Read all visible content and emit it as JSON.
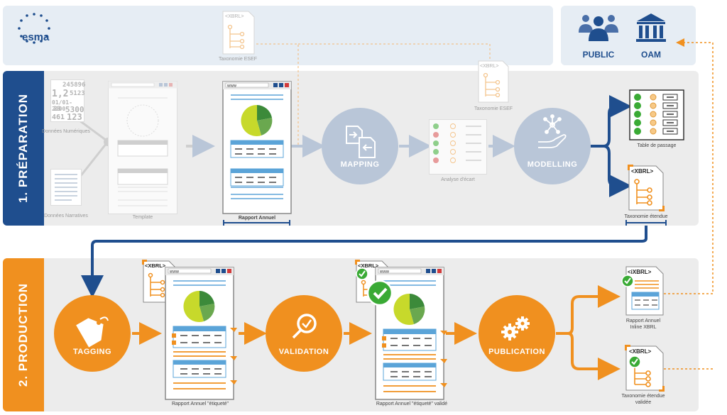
{
  "header": {
    "logo_text": "esma",
    "taxonomy_esef_top": "Taxonomie ESEF",
    "public_label": "PUBLIC",
    "oam_label": "OAM"
  },
  "phases": {
    "preparation": "1. PRÉPARATION",
    "production": "2. PRODUCTION"
  },
  "preparation": {
    "numeric_data_label": "Données Numériques",
    "numeric_samples": [
      "245896",
      "1,2",
      "5123",
      "01/01-2000",
      "23",
      "5300",
      "461",
      "123"
    ],
    "narrative_data_label": "Données Narratives",
    "template_label": "Template",
    "annual_report_label": "Rapport Annuel",
    "browser_www": "www",
    "mapping_label": "MAPPING",
    "gap_analysis_label": "Analyse d'écart",
    "taxonomy_esef_mid": "Taxonomie ESEF",
    "modelling_label": "MODELLING",
    "mapping_table_label": "Table de passage",
    "extended_taxonomy_label": "Taxonomie étendue"
  },
  "production": {
    "tagging_label": "TAGGING",
    "tagged_report_label": "Rapport Annuel \"étiqueté\"",
    "validation_label": "VALIDATION",
    "validated_report_label": "Rapport Annuel \"étiqueté\" validé",
    "publication_label": "PUBLICATION",
    "inline_report_label_1": "Rapport Annuel",
    "inline_report_label_2": "Inline XBRL",
    "validated_taxonomy_label_1": "Taxonomie étendue",
    "validated_taxonomy_label_2": "validée"
  },
  "badges": {
    "xbrl": "<XBRL>",
    "ixbrl": "<iXBRL>"
  },
  "colors": {
    "navy": "#1f4e8e",
    "orange": "#f0901f",
    "light_blue_band": "#e6edf4",
    "grey_band": "#ececec",
    "faded_circle": "#b9c6d8",
    "green_check": "#3aaa35"
  },
  "icons": [
    "eu-stars-icon",
    "people-icon",
    "institution-icon",
    "mapping-icon",
    "modelling-hand-icon",
    "tag-icon",
    "magnifier-check-icon",
    "gears-icon",
    "check-icon"
  ]
}
